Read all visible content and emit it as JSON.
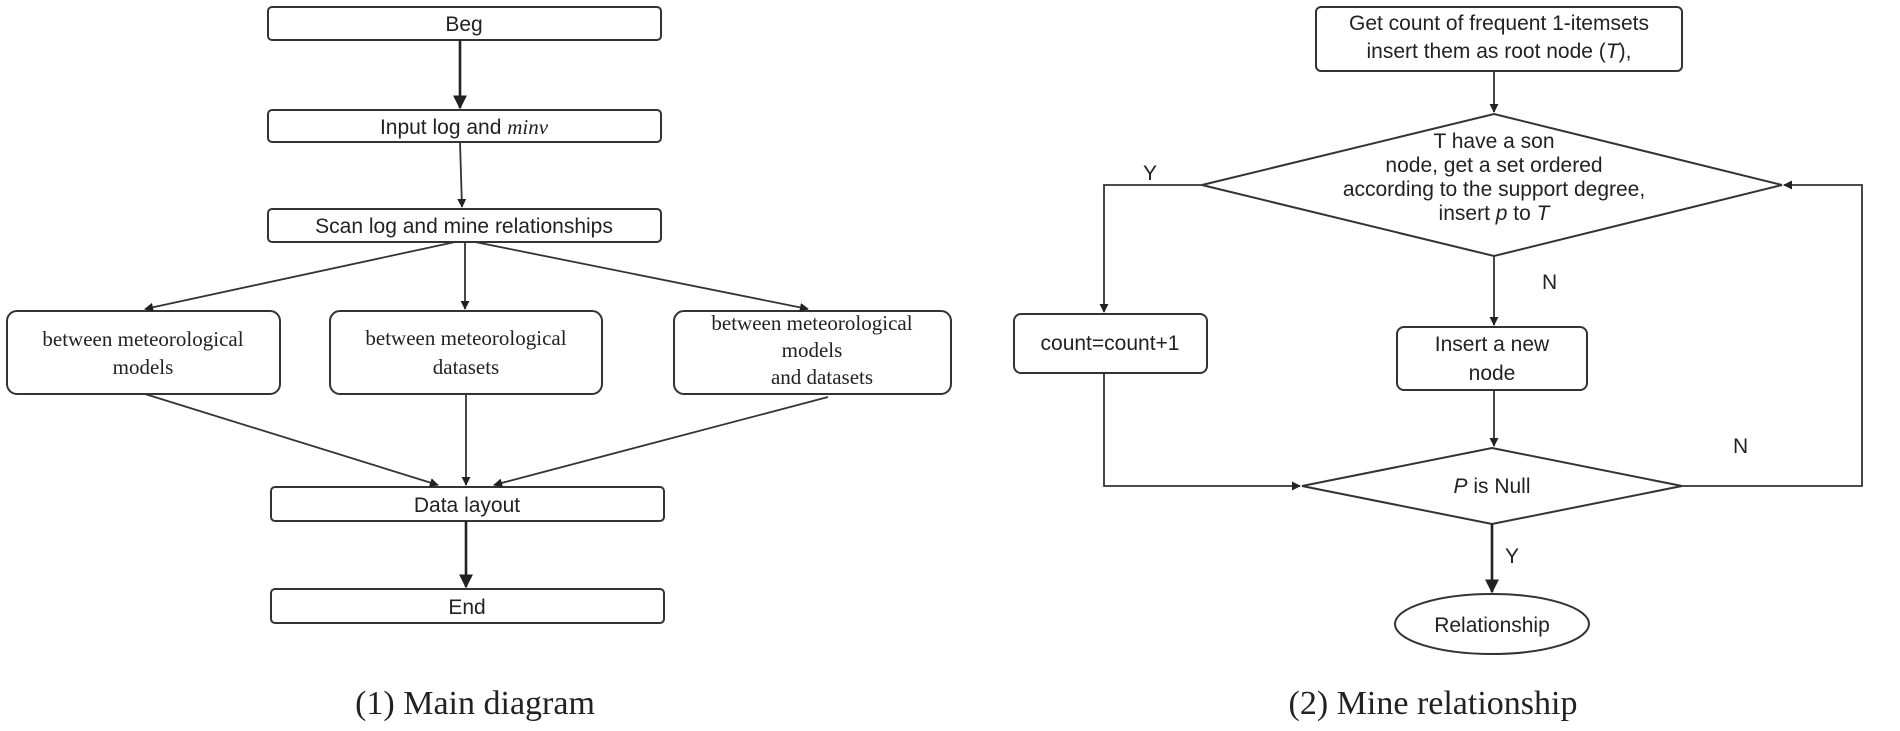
{
  "main_diagram": {
    "caption": "(1) Main diagram",
    "begin": "Beg",
    "input_text": "Input log and ",
    "input_var": "minv",
    "scan": "Scan log and mine relationships",
    "branch_models": [
      "between meteorological",
      "models"
    ],
    "branch_datasets": [
      "between meteorological",
      "datasets"
    ],
    "branch_both": [
      "between meteorological",
      "models",
      "and datasets"
    ],
    "layout": "Data layout",
    "end": "End"
  },
  "mine_relationship": {
    "caption": "(2) Mine relationship",
    "start": [
      "Get count of frequent 1-itemsets",
      "insert them as root node (",
      "T",
      "),"
    ],
    "decision1": {
      "line1_var": "T",
      "line1_text": " have a son",
      "line2": "node, get a set ordered",
      "line3": "according to the support degree,",
      "line4_pre": "insert ",
      "line4_p": "p",
      "line4_mid": " to ",
      "line4_t": "T"
    },
    "count_box": "count=count+1",
    "insert_box": [
      "Insert a new",
      "node"
    ],
    "decision2": {
      "var": "P",
      "text": " is Null"
    },
    "result": "Relationship",
    "labels": {
      "yes1": "Y",
      "no1": "N",
      "no2": "N",
      "yes2": "Y"
    }
  },
  "colors": {
    "stroke": "#333333",
    "text": "#222222",
    "background": "#ffffff"
  }
}
